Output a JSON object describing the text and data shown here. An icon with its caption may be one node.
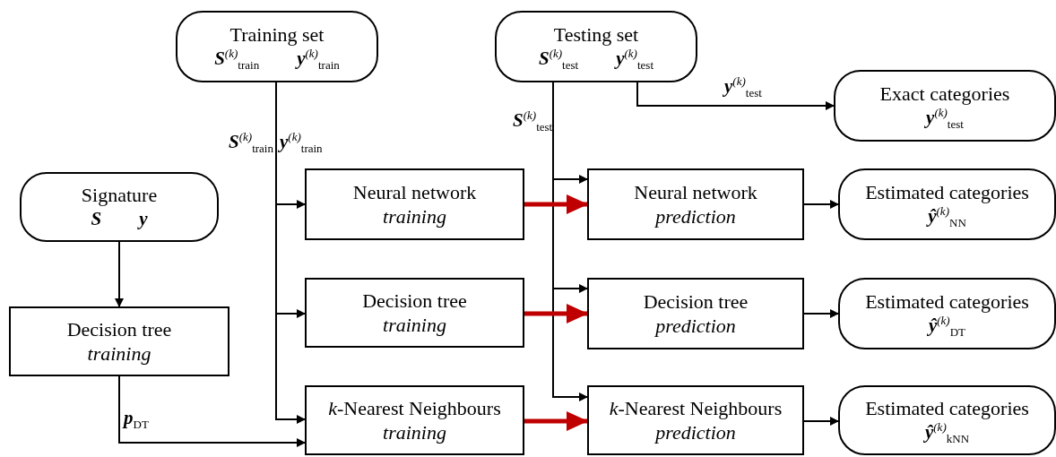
{
  "diagram": {
    "nodes": [
      {
        "text": [
          "Training set",
          "**S**$^{(k)}$$_{train}$",
          "**y**$^{(k)}$$_{train}$"
        ]
      },
      {
        "text": [
          "Testing set",
          "**S**$^{(k)}$$_{test}$",
          "**y**$^{(k)}$$_{test}$"
        ]
      },
      {
        "text": [
          "Exact categories",
          "**y**$^{(k)}$$_{test}$"
        ]
      },
      {
        "text": [
          "Signature",
          "**S**",
          "**y**"
        ]
      },
      {
        "text": [
          "Neural network",
          "training"
        ]
      },
      {
        "text": [
          "Neural network",
          "prediction"
        ]
      },
      {
        "text": [
          "Estimated categories",
          "**ŷ**$^{(k)}$$_{NN}$"
        ]
      },
      {
        "text": [
          "Decision tree",
          "training"
        ]
      },
      {
        "text": [
          "Decision tree",
          "training"
        ]
      },
      {
        "text": [
          "Decision tree",
          "prediction"
        ]
      },
      {
        "text": [
          "Estimated categories",
          "**ŷ**$^{(k)}$$_{DT}$"
        ]
      },
      {
        "text": [
          "*k*-Nearest Neighbours",
          "training"
        ]
      },
      {
        "text": [
          "*k*-Nearest Neighbours",
          "prediction"
        ]
      },
      {
        "text": [
          "Estimated categories",
          "**ŷ**$^{(k)}$$_{kNN}$"
        ]
      }
    ],
    "edges": [
      {
        "from": 0,
        "to": 4,
        "arrow": "to"
      },
      {
        "from": 0,
        "to": 8,
        "arrow": "to"
      },
      {
        "from": 0,
        "to": 11,
        "arrow": "to"
      },
      {
        "from": 1,
        "to": 2,
        "arrow": "to",
        "label": "**y**$^{(k)}$$_{test}$"
      },
      {
        "from": 1,
        "to": 5,
        "arrow": "to",
        "label": "**S**$^{(k)}$$_{test}$"
      },
      {
        "from": 1,
        "to": 9,
        "arrow": "to"
      },
      {
        "from": 1,
        "to": 12,
        "arrow": "to"
      },
      {
        "from": 3,
        "to": 7,
        "arrow": "to"
      },
      {
        "from": 7,
        "to": 11,
        "arrow": "to",
        "label": "**p**$_{DT}$"
      },
      {
        "from": 4,
        "to": 5,
        "arrow": "to",
        "style": "thick",
        "color": "#c00000"
      },
      {
        "from": 8,
        "to": 9,
        "arrow": "to",
        "style": "thick",
        "color": "#c00000"
      },
      {
        "from": 11,
        "to": 12,
        "arrow": "to",
        "style": "thick",
        "color": "#c00000"
      },
      {
        "from": 5,
        "to": 6,
        "arrow": "to"
      },
      {
        "from": 9,
        "to": 10,
        "arrow": "to"
      },
      {
        "from": 12,
        "to": 13,
        "arrow": "to"
      }
    ],
    "labels": [
      "**S**$^{(k)}$$_{train}$",
      "**y**$^{(k)}$$_{train}$"
    ]
  }
}
